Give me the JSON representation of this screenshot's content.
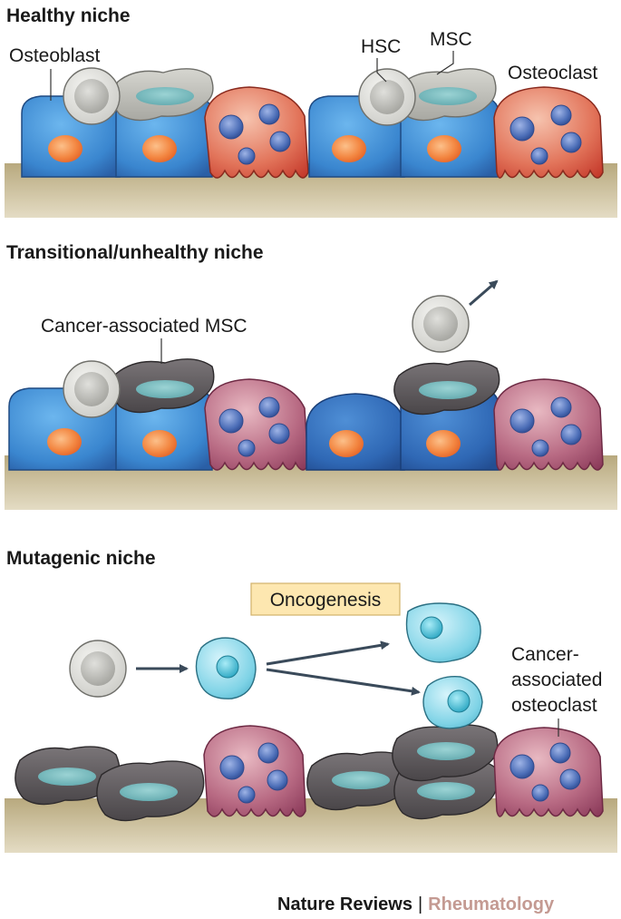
{
  "panels": {
    "healthy": {
      "title": "Healthy niche",
      "labels": {
        "osteoblast": "Osteoblast",
        "hsc": "HSC",
        "msc": "MSC",
        "osteoclast": "Osteoclast"
      }
    },
    "transitional": {
      "title": "Transitional/unhealthy niche",
      "labels": {
        "cancer_msc": "Cancer-associated MSC"
      }
    },
    "mutagenic": {
      "title": "Mutagenic niche",
      "oncogenesis": "Oncogenesis",
      "cancer_osteoclast_lines": [
        "Cancer-",
        "associated",
        "osteoclast"
      ]
    }
  },
  "footer": {
    "journal": "Nature Reviews",
    "separator": "|",
    "subject": "Rheumatology"
  },
  "colors": {
    "osteoblast_blue": "#3f8fd4",
    "osteoblast_blue_dark": "#2b5fa8",
    "nucleus_orange": "#f37a3a",
    "osteoclast_red": "#d9553b",
    "osteoclast_maroon": "#a8506e",
    "osteoclast_nucleus": "#4b6fb8",
    "hsc_grey": "#c9c9c4",
    "msc_grey": "#bdbdb6",
    "cancer_msc_dark": "#5a5658",
    "cancer_cell_cyan": "#7fd3e6",
    "bone_tan": "#c9bb92",
    "oncogenesis_box": "#fde7b0",
    "arrow": "#3a4a5a",
    "subject_pink": "#c49a92"
  }
}
